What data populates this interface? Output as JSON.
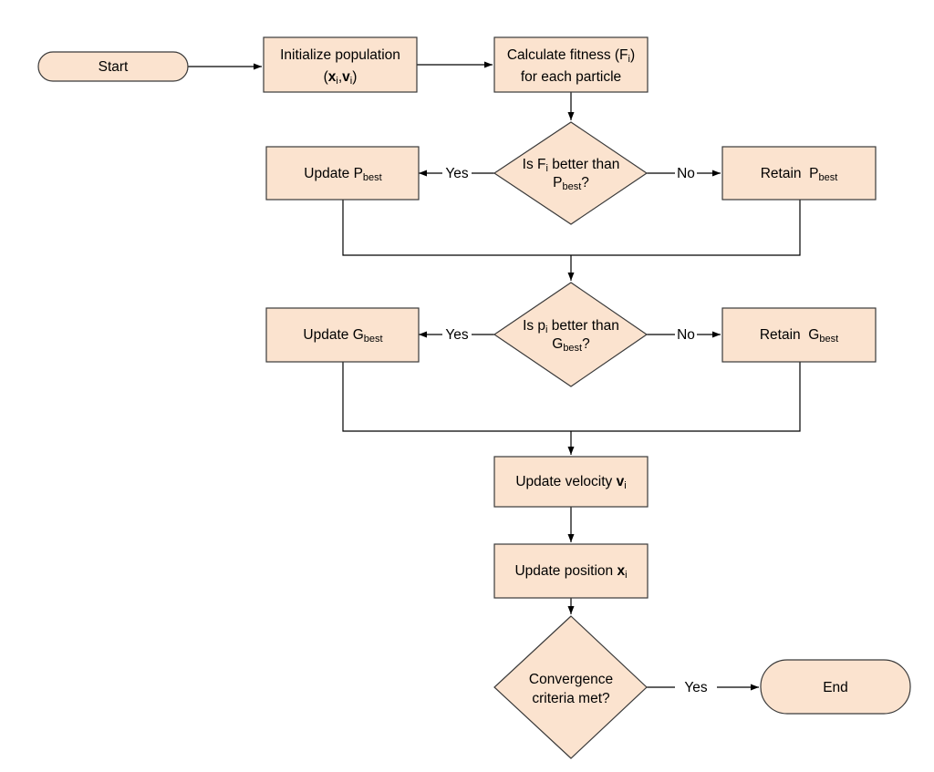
{
  "diagram": {
    "nodes": {
      "start": {
        "label": "Start"
      },
      "init": {
        "line1": "Initialize population",
        "line2_open": "(",
        "x": "x",
        "x_sub": "i",
        "comma": ",",
        "v": "v",
        "v_sub": "i",
        "line2_close": ")"
      },
      "fitness": {
        "line1": "Calculate fitness (F",
        "line1_sub": "i",
        "line1_close": ")",
        "line2": "for each particle"
      },
      "decision1": {
        "line1": "Is F",
        "line1_sub": "i",
        "line1_rest": " better than",
        "line2": "P",
        "line2_sub": "best",
        "line2_rest": "?"
      },
      "update_pbest": {
        "label": "Update P",
        "label_sub": "best"
      },
      "retain_pbest": {
        "label": "Retain  P",
        "label_sub": "best"
      },
      "decision2": {
        "line1": "Is p",
        "line1_sub": "i",
        "line1_rest": " better than",
        "line2": "G",
        "line2_sub": "best",
        "line2_rest": "?"
      },
      "update_gbest": {
        "label": "Update G",
        "label_sub": "best"
      },
      "retain_gbest": {
        "label": "Retain  G",
        "label_sub": "best"
      },
      "velocity": {
        "label": "Update velocity ",
        "bold": "v",
        "sub": "i"
      },
      "position": {
        "label": "Update position ",
        "bold": "x",
        "sub": "i"
      },
      "convergence": {
        "line1": "Convergence",
        "line2": "criteria met?"
      },
      "end": {
        "label": "End"
      }
    },
    "edge_labels": {
      "d1_yes": "Yes",
      "d1_no": "No",
      "d2_yes": "Yes",
      "d2_no": "No",
      "conv_yes": "Yes"
    },
    "colors": {
      "node_fill": "#fbe3cf",
      "stroke": "#3a3a3a",
      "line": "#000000"
    }
  }
}
